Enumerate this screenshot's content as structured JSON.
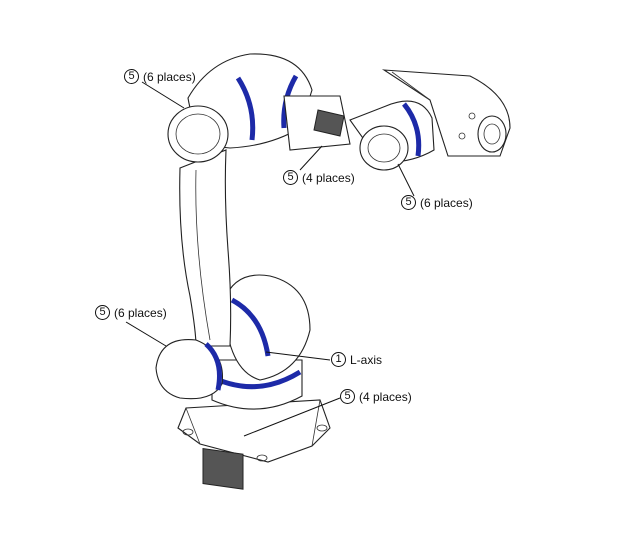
{
  "callouts": [
    {
      "id": "c1",
      "number": "5",
      "text": "(6 places)"
    },
    {
      "id": "c2",
      "number": "5",
      "text": "(4 places)"
    },
    {
      "id": "c3",
      "number": "5",
      "text": "(6 places)"
    },
    {
      "id": "c4",
      "number": "5",
      "text": "(6 places)"
    },
    {
      "id": "c5",
      "number": "1",
      "text": "L-axis"
    },
    {
      "id": "c6",
      "number": "5",
      "text": "(4 places)"
    }
  ],
  "colors": {
    "band": "#1d2aa8",
    "outline": "#222222",
    "background": "#ffffff"
  }
}
